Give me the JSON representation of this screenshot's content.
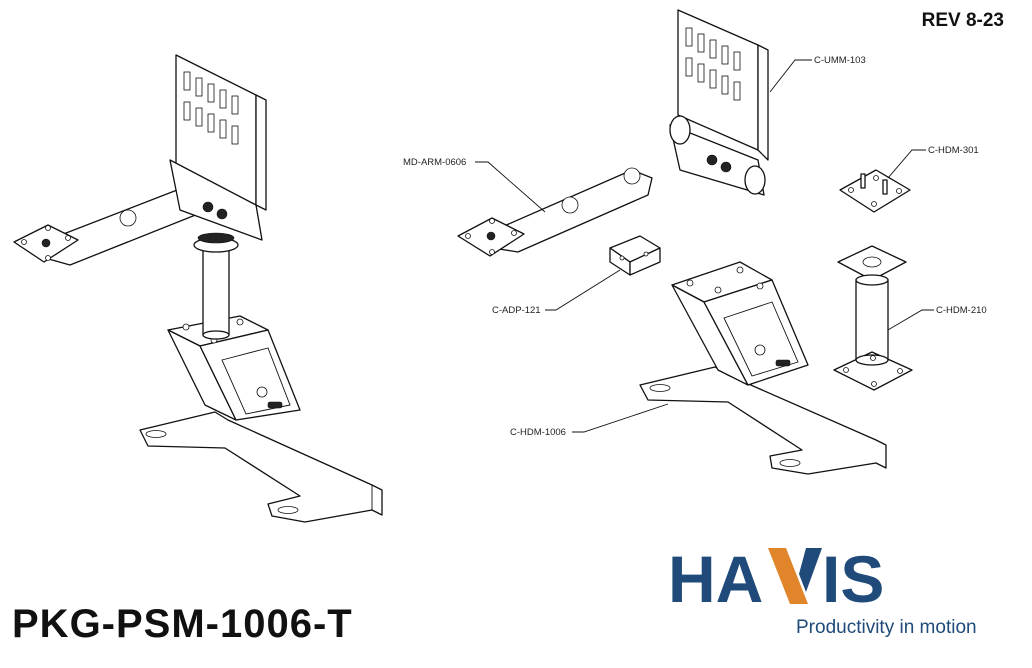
{
  "header": {
    "revision": "REV 8-23"
  },
  "title": "PKG-PSM-1006-T",
  "callouts": [
    {
      "id": "umm",
      "label": "C-UMM-103"
    },
    {
      "id": "hdm301",
      "label": "C-HDM-301"
    },
    {
      "id": "arm",
      "label": "MD-ARM-0606"
    },
    {
      "id": "adp",
      "label": "C-ADP-121"
    },
    {
      "id": "hdm210",
      "label": "C-HDM-210"
    },
    {
      "id": "hdm1006",
      "label": "C-HDM-1006"
    }
  ],
  "logo": {
    "wordmark_left": "HA",
    "wordmark_right": "IS",
    "tagline": "Productivity in motion",
    "colors": {
      "navy": "#1f4a7a",
      "orange": "#e0852a"
    }
  }
}
